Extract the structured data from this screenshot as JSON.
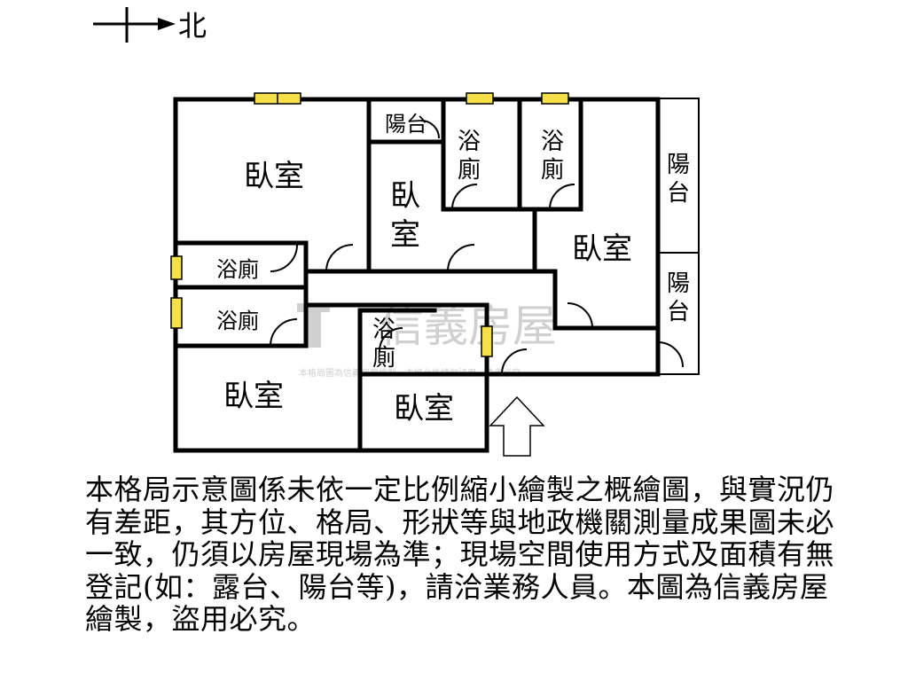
{
  "compass": {
    "label": "北"
  },
  "rooms": {
    "bedroom_nw": "臥室",
    "balcony_small": "陽台",
    "bath_top1": "浴\n廁",
    "bath_top2": "浴\n廁",
    "bedroom_center": "臥\n室",
    "bedroom_east": "臥室",
    "balcony_east_upper": "陽\n台",
    "balcony_east_lower": "陽\n台",
    "bath_west_upper": "浴廁",
    "bath_west_lower": "浴廁",
    "bath_center": "浴\n廁",
    "bedroom_sw": "臥室",
    "bedroom_south": "臥室"
  },
  "watermark": {
    "brand": "信義房屋",
    "small": "本格局圖為信義房屋繪製，未經允許請勿盜用，違者必究"
  },
  "disclaimer": "本格局示意圖係未依一定比例縮小繪製之概繪圖，與實況仍有差距，其方位、格局、形狀等與地政機關測量成果圖未必一致，仍須以房屋現場為準；現場空間使用方式及面積有無登記(如：露台、陽台等)，請洽業務人員。本圖為信義房屋繪製，盜用必究。",
  "colors": {
    "wall": "#000000",
    "window": "#f5e04a",
    "watermark": "#c8c8c8"
  }
}
